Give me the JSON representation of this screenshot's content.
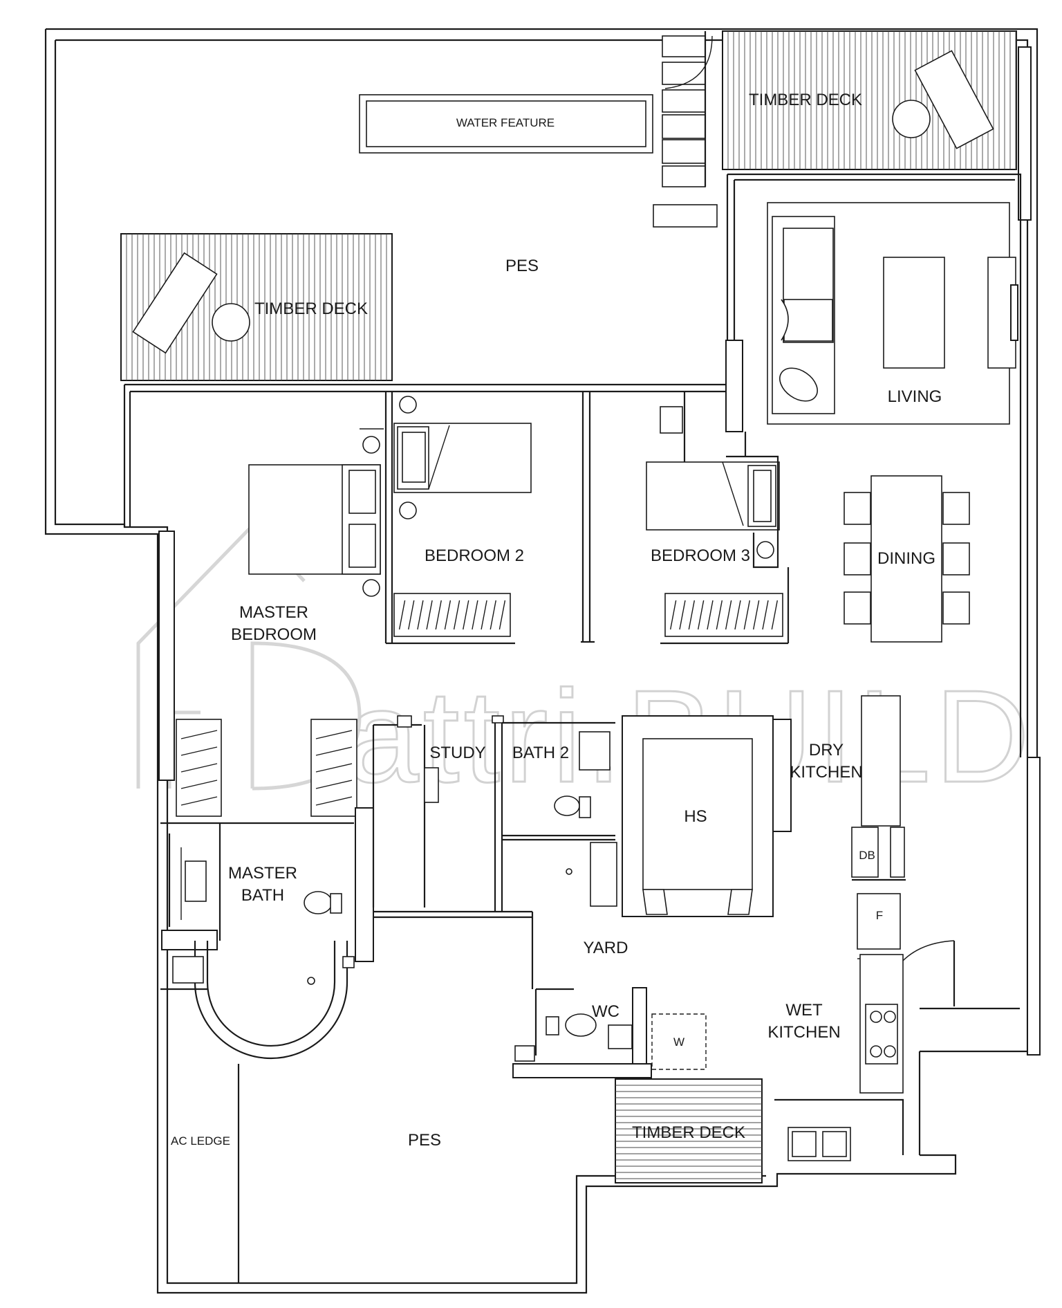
{
  "watermark": {
    "text": "attri.BUILD"
  },
  "rooms": {
    "water_feature": "WATER FEATURE",
    "timber_deck_top": "TIMBER DECK",
    "pes_top": "PES",
    "timber_deck_left": "TIMBER DECK",
    "living": "LIVING",
    "bedroom_2": "BEDROOM 2",
    "bedroom_3": "BEDROOM 3",
    "dining": "DINING",
    "master_bedroom_1": "MASTER",
    "master_bedroom_2": "BEDROOM",
    "study": "STUDY",
    "bath_2": "BATH 2",
    "dry_kitchen_1": "DRY",
    "dry_kitchen_2": "KITCHEN",
    "hs": "HS",
    "master_bath_1": "MASTER",
    "master_bath_2": "BATH",
    "db": "DB",
    "fridge": "F",
    "yard": "YARD",
    "wc": "WC",
    "washer": "W",
    "wet_kitchen_1": "WET",
    "wet_kitchen_2": "KITCHEN",
    "ac_ledge": "AC LEDGE",
    "pes_bottom": "PES",
    "timber_deck_bottom": "TIMBER DECK"
  }
}
